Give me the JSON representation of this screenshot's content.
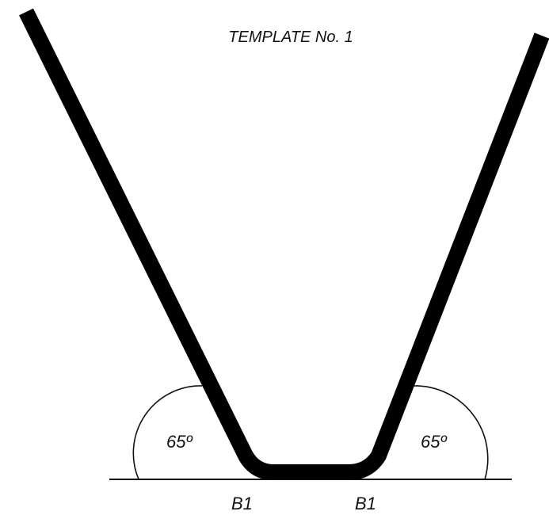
{
  "title": "TEMPLATE No. 1",
  "angles": {
    "left": "65º",
    "right": "65º"
  },
  "bend_points": {
    "left": "B1",
    "right": "B1"
  },
  "colors": {
    "profile": "#000000",
    "line": "#111111",
    "background": "#ffffff"
  }
}
